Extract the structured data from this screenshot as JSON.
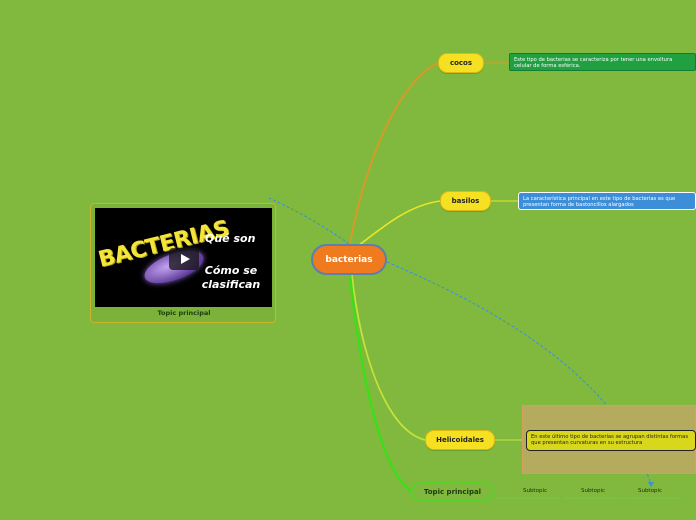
{
  "central": {
    "label": "bacterias"
  },
  "branches": {
    "cocos": {
      "label": "cocos",
      "note": "Este tipo de bacterias se caracteriza por tener una envoltura celular de forma esférica."
    },
    "basilos": {
      "label": "basilos",
      "note": "La característica principal en este tipo de bacterias es que presentan forma de bastoncillos alargados"
    },
    "helicoidales": {
      "label": "Helicoidales",
      "note": "En este último tipo de bacterias se agrupan distintas formas que presentan curvaturas en su estructura"
    },
    "topic": {
      "label": "Topic principal",
      "subtopics": [
        "Subtopic",
        "Subtopic",
        "Subtopic"
      ]
    }
  },
  "video_card": {
    "title_big": "BACTERIAS",
    "question_1": "Qué son",
    "question_2": "Cómo se clasifican",
    "label": "Topic principal"
  },
  "colors": {
    "background": "#80b93e",
    "central": "#f07a1e",
    "branch_node": "#f5e021",
    "note_cocos": "#20a040",
    "note_basilos": "#3d8ed9",
    "note_helicoidales": "#d8d71c",
    "connector_dashed": "#3d8ed9"
  }
}
